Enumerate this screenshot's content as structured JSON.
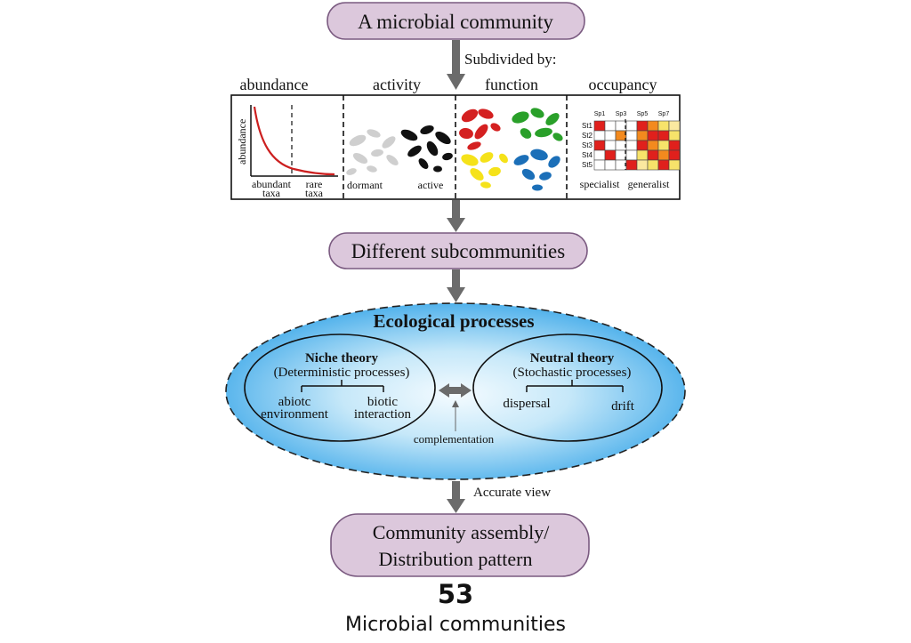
{
  "top_box": "A  microbial community",
  "subdivided_label": "Subdivided by:",
  "panels": {
    "abundance": {
      "title": "abundance",
      "ylabel": "abundance",
      "left_label_1": "abundant",
      "left_label_2": "taxa",
      "right_label_1": "rare",
      "right_label_2": "taxa"
    },
    "activity": {
      "title": "activity",
      "left_label": "dormant",
      "right_label": "active"
    },
    "function": {
      "title": "function"
    },
    "occupancy": {
      "title": "occupancy",
      "col_labels": [
        "Sp1",
        "Sp3",
        "Sp5",
        "Sp7"
      ],
      "row_labels": [
        "St1",
        "St2",
        "St3",
        "St4",
        "St5"
      ],
      "left_label": "specialist",
      "right_label": "generalist"
    }
  },
  "middle_box": "Different subcommunities",
  "ellipse": {
    "title": "Ecological processes",
    "niche_title": "Niche theory",
    "niche_sub": "(Deterministic processes)",
    "niche_left_1": "abiotc",
    "niche_left_2": "environment",
    "niche_right_1": "biotic",
    "niche_right_2": "interaction",
    "neutral_title": "Neutral theory",
    "neutral_sub": "(Stochastic processes)",
    "neutral_left": "dispersal",
    "neutral_right": "drift",
    "complement": "complementation"
  },
  "accurate_label": "Accurate view",
  "bottom_box_1": "Community assembly/",
  "bottom_box_2": "Distribution pattern",
  "footer_number": "53",
  "footer_caption": "Microbial communities",
  "colors": {
    "box_fill": "#dcc8dc",
    "box_stroke": "#7a5a80",
    "arrow": "#6b6b6b",
    "ellipse_center": "#eaf6fd",
    "ellipse_edge": "#4fb3e8",
    "curve": "#cc1f1f",
    "red": "#d42020",
    "green": "#2aa02a",
    "yellow": "#f5e21a",
    "blue": "#1b6fb8"
  }
}
